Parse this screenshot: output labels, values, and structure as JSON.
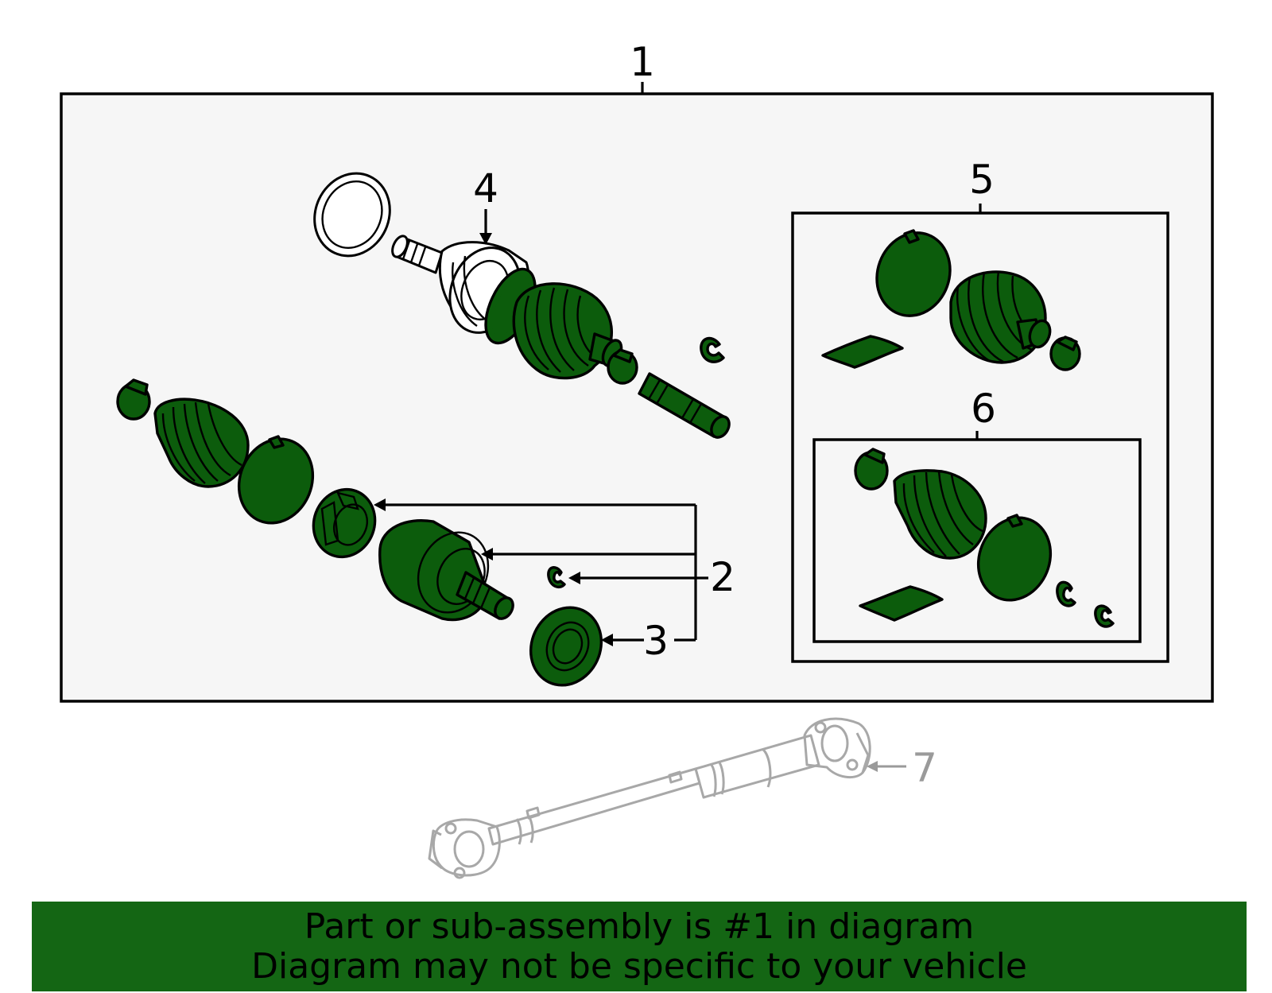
{
  "callouts": {
    "c1": "1",
    "c2": "2",
    "c3": "3",
    "c4": "4",
    "c5": "5",
    "c6": "6",
    "c7": "7"
  },
  "banner": {
    "line1": "Part or sub-assembly is #1 in diagram",
    "line2": "Diagram may not be specific to your vehicle"
  },
  "colors": {
    "highlight_part": "#0c5c0c",
    "banner_background": "#146614",
    "panel_background": "#f6f6f6",
    "reference_part": "#a8a8a8"
  }
}
